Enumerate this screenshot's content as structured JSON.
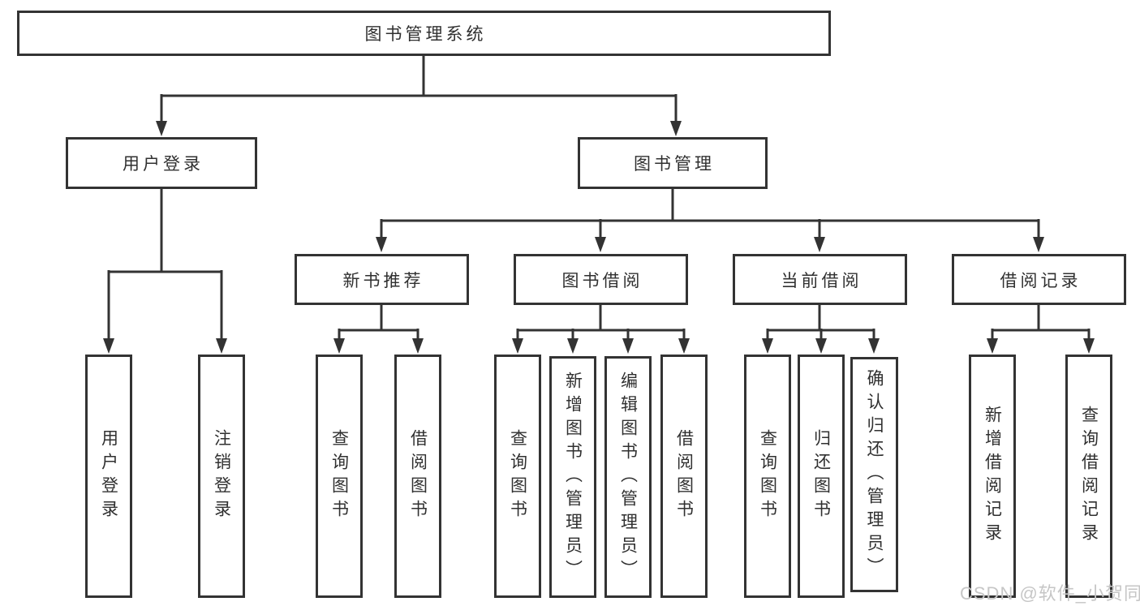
{
  "nodes": {
    "root": "图书管理系统",
    "user_login": "用户登录",
    "book_mgmt": "图书管理",
    "new_book_rec": "新书推荐",
    "book_borrow": "图书借阅",
    "current_borrow": "当前借阅",
    "borrow_record": "借阅记录",
    "leaf_user_login": "用户登录",
    "leaf_logout": "注销登录",
    "leaf_nbr_query": "查询图书",
    "leaf_nbr_borrow": "借阅图书",
    "leaf_bb_query": "查询图书",
    "leaf_bb_add": "新增图书（管理员）",
    "leaf_bb_edit": "编辑图书（管理员）",
    "leaf_bb_borrow": "借阅图书",
    "leaf_cb_query": "查询图书",
    "leaf_cb_return": "归还图书",
    "leaf_cb_confirm": "确认归还（管理员）",
    "leaf_br_add": "新增借阅记录",
    "leaf_br_query": "查询借阅记录"
  },
  "watermark": "CSDN @软件_小贺同学",
  "colors": {
    "line": "#333333",
    "text": "#303030",
    "watermark": "#c6c6c6",
    "background": "#ffffff"
  }
}
